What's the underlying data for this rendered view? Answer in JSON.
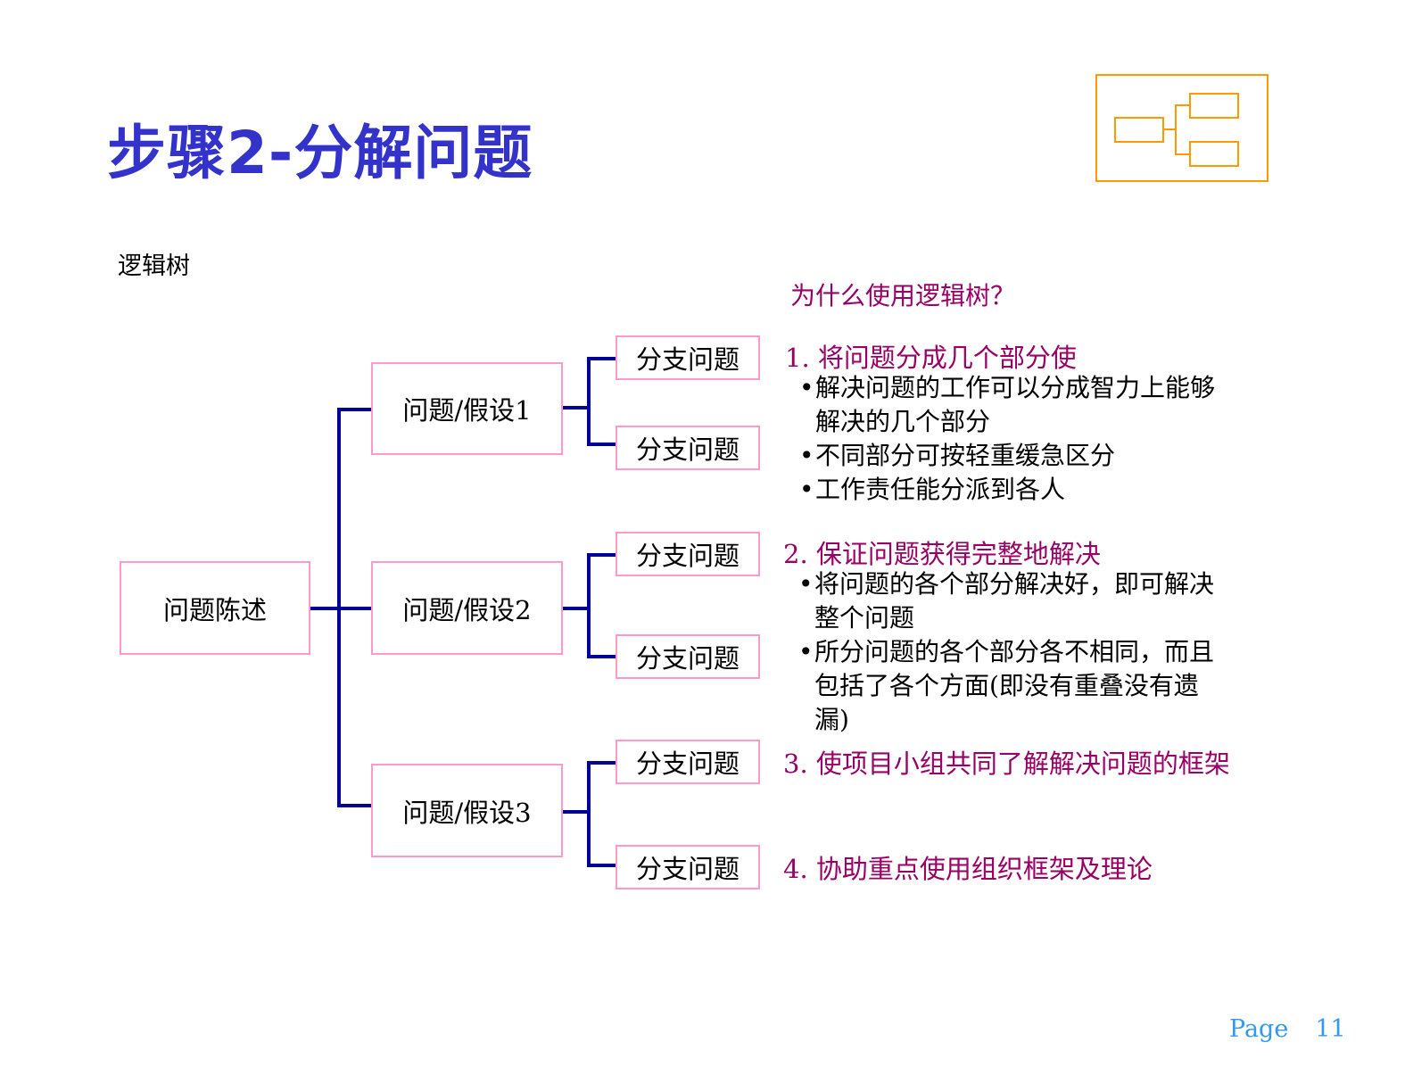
{
  "slide": {
    "title": "步骤2-分解问题",
    "subtitle": "逻辑树",
    "logo_icon": "tree-diagram-icon",
    "colors": {
      "title": "#3333cc",
      "accent": "#990066",
      "connector": "#000099",
      "box_border": "#ff99cc",
      "logo": "#ff9900",
      "page": "#3399ee"
    }
  },
  "tree": {
    "root": "问题陈述",
    "hypotheses": [
      {
        "label": "问题/假设1",
        "branches": [
          "分支问题",
          "分支问题"
        ]
      },
      {
        "label": "问题/假设2",
        "branches": [
          "分支问题",
          "分支问题"
        ]
      },
      {
        "label": "问题/假设3",
        "branches": [
          "分支问题",
          "分支问题"
        ]
      }
    ]
  },
  "why": {
    "heading": "为什么使用逻辑树？",
    "points": [
      {
        "title": "1. 将问题分成几个部分使",
        "bullets": [
          [
            "解决问题的工作可以分成智力上能够",
            "解决的几个部分"
          ],
          [
            "不同部分可按轻重缓急区分"
          ],
          [
            "工作责任能分派到各人"
          ]
        ]
      },
      {
        "title": "2. 保证问题获得完整地解决",
        "bullets": [
          [
            "将问题的各个部分解决好，即可解决",
            "整个问题"
          ],
          [
            "所分问题的各个部分各不相同，而且",
            "包括了各个方面(即没有重叠没有遗",
            "漏)"
          ]
        ]
      },
      {
        "title": "3. 使项目小组共同了解解决问题的框架",
        "bullets": []
      },
      {
        "title": "4. 协助重点使用组织框架及理论",
        "bullets": []
      }
    ],
    "bullet_char": "•"
  },
  "footer": {
    "page_label": "Page",
    "page_number": "11"
  }
}
